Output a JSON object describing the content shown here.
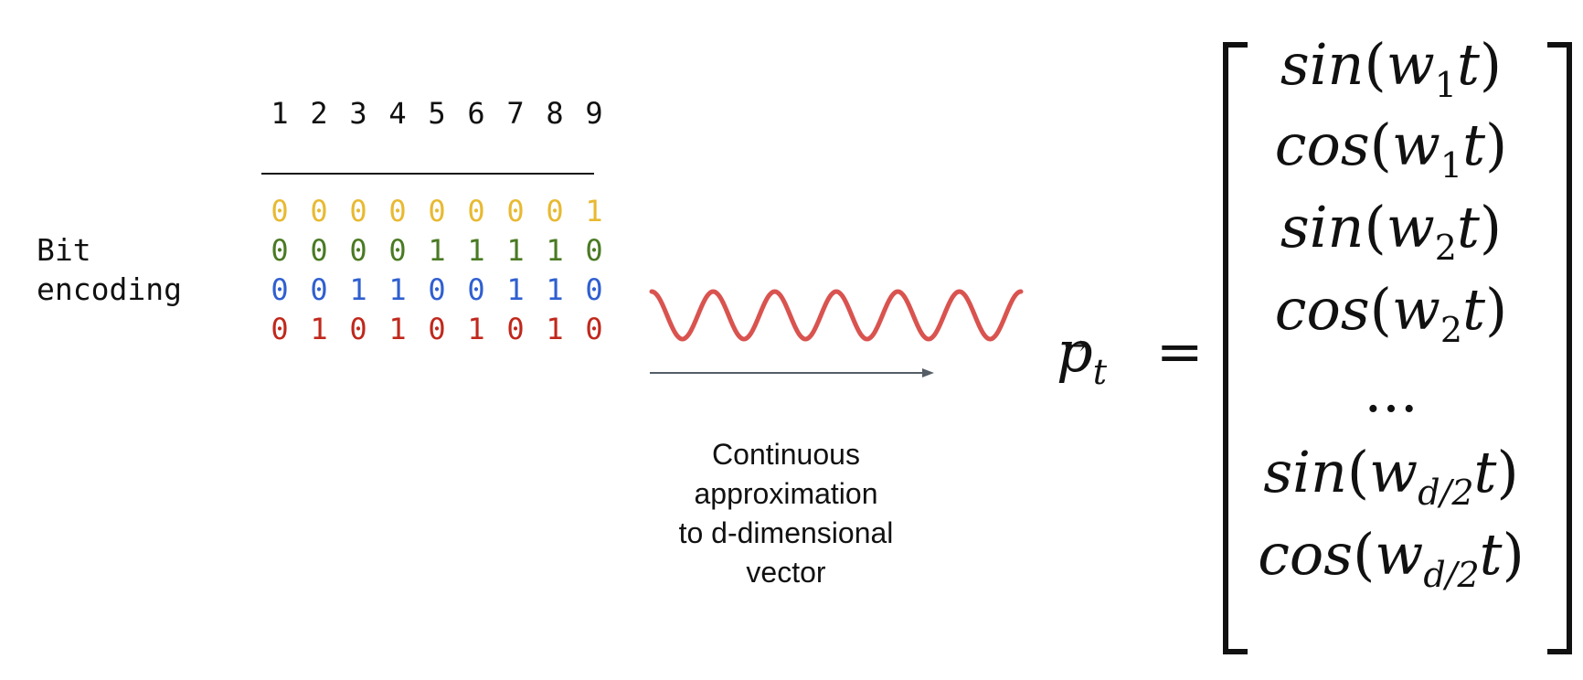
{
  "bit_encoding": {
    "label_line1": "Bit",
    "label_line2": "encoding",
    "header": [
      "1",
      "2",
      "3",
      "4",
      "5",
      "6",
      "7",
      "8",
      "9"
    ],
    "rows": [
      {
        "color": "#E8B931",
        "bits": [
          "0",
          "0",
          "0",
          "0",
          "0",
          "0",
          "0",
          "0",
          "1"
        ]
      },
      {
        "color": "#4A7A23",
        "bits": [
          "0",
          "0",
          "0",
          "0",
          "1",
          "1",
          "1",
          "1",
          "0"
        ]
      },
      {
        "color": "#2F5FD0",
        "bits": [
          "0",
          "0",
          "1",
          "1",
          "0",
          "0",
          "1",
          "1",
          "0"
        ]
      },
      {
        "color": "#C0281C",
        "bits": [
          "0",
          "1",
          "0",
          "1",
          "0",
          "1",
          "0",
          "1",
          "0"
        ]
      }
    ]
  },
  "wave": {
    "color": "#D9534F",
    "cycles": 6
  },
  "caption": {
    "line1": "Continuous",
    "line2": "approximation",
    "line3": "to d-dimensional",
    "line4": "vector"
  },
  "equation": {
    "lhs_symbol": "p",
    "lhs_subscript": "t",
    "equals": "=",
    "entries": [
      {
        "func": "sin",
        "sub": "1"
      },
      {
        "func": "cos",
        "sub": "1"
      },
      {
        "func": "sin",
        "sub": "2"
      },
      {
        "func": "cos",
        "sub": "2"
      },
      {
        "ellipsis": "..."
      },
      {
        "func": "sin",
        "sub": "d/2"
      },
      {
        "func": "cos",
        "sub": "d/2"
      }
    ]
  }
}
